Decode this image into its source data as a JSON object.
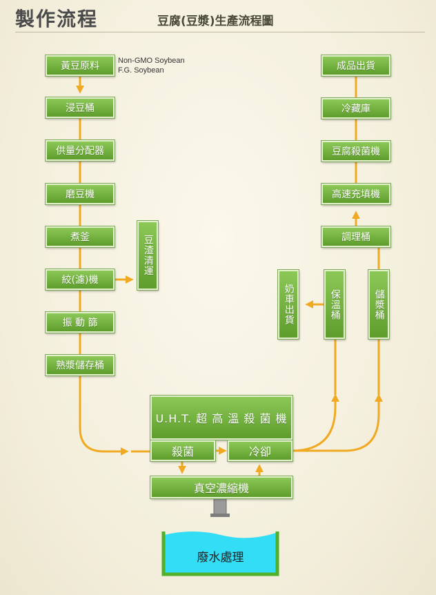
{
  "header": {
    "title": "製作流程",
    "subtitle": "豆腐(豆漿)生產流程圖"
  },
  "note": {
    "line1": "Non-GMO Soybean",
    "line2": "F.G. Soybean"
  },
  "left_column": [
    "黃豆原料",
    "浸豆桶",
    "供量分配器",
    "磨豆機",
    "煮釜",
    "絞(濾)機",
    "振 動 篩",
    "熟漿儲存桶"
  ],
  "residue": "豆渣清運",
  "right_column": [
    "成品出貨",
    "冷藏庫",
    "豆腐殺菌機",
    "高速充填機",
    "調理桶"
  ],
  "tanks": {
    "milk_truck": "奶車出貨",
    "warm": "保溫桶",
    "storage": "儲漿桶"
  },
  "uht": {
    "title": "U.H.T. 超 高 溫 殺 菌 機",
    "sterilize": "殺菌",
    "cool": "冷卻"
  },
  "vacuum": "真空濃縮機",
  "waste": "廢水處理",
  "colors": {
    "box_top": "#8cc857",
    "box_bottom": "#5e9d2c",
    "arrow": "#f0a922",
    "water": "#33ddf5",
    "tank_border": "#4fb02c"
  }
}
